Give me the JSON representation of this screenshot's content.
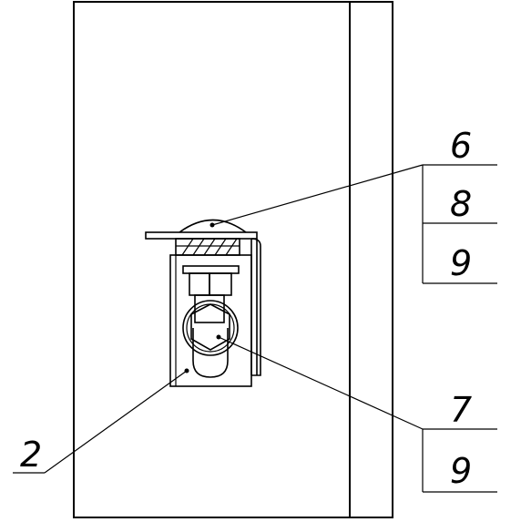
{
  "callouts": {
    "top_stack": [
      "6",
      "8",
      "9"
    ],
    "bottom_stack": [
      "7",
      "9"
    ],
    "left_label": "2"
  },
  "colors": {
    "line": "#000000",
    "background": "#ffffff"
  }
}
